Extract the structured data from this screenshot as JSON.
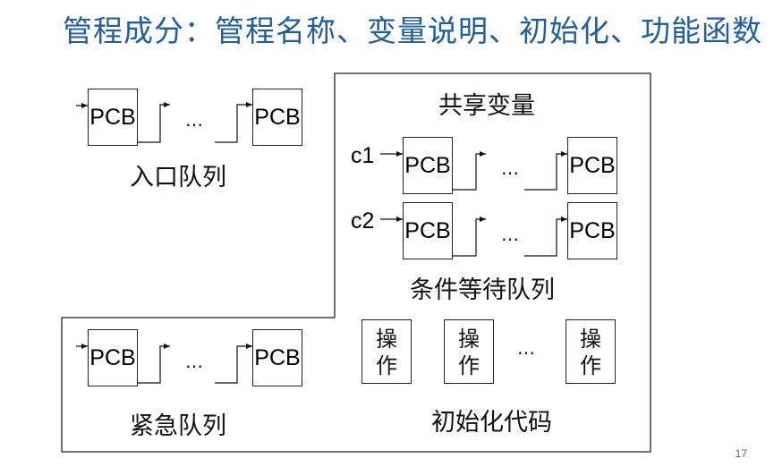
{
  "title": "管程成分：管程名称、变量说明、初始化、功能函数",
  "entry_queue": {
    "items": [
      "PCB",
      "PCB"
    ],
    "ellipsis": "…",
    "label": "入口队列"
  },
  "shared_vars_label": "共享变量",
  "condition_queues": [
    {
      "name": "c1",
      "items": [
        "PCB",
        "PCB"
      ],
      "ellipsis": "…"
    },
    {
      "name": "c2",
      "items": [
        "PCB",
        "PCB"
      ],
      "ellipsis": "…"
    }
  ],
  "condition_label": "条件等待队列",
  "urgent_queue": {
    "items": [
      "PCB",
      "PCB"
    ],
    "ellipsis": "…",
    "label": "紧急队列"
  },
  "operations": [
    {
      "line1": "操",
      "line2": "作"
    },
    {
      "line1": "操",
      "line2": "作"
    },
    {
      "line1": "操",
      "line2": "作"
    }
  ],
  "operations_ellipsis": "…",
  "init_label": "初始化代码",
  "page_number": "17"
}
